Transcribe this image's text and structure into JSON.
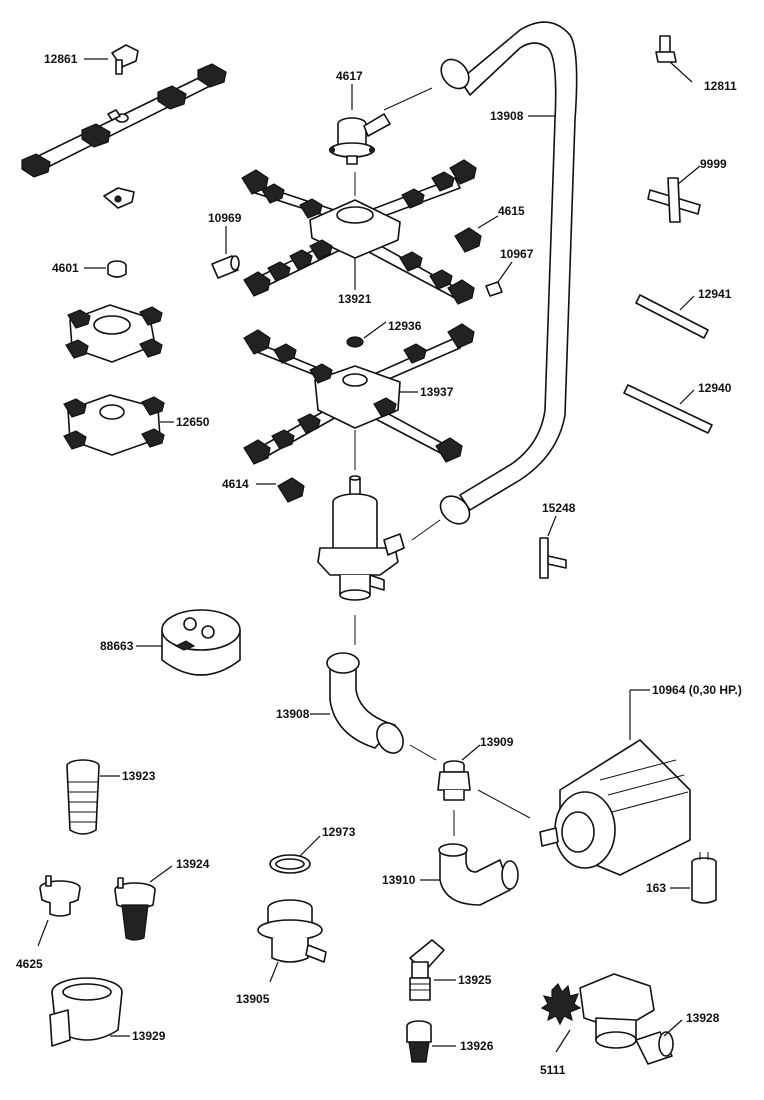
{
  "labels": {
    "p12861": "12861",
    "p4617": "4617",
    "p13908_top": "13908",
    "p12811": "12811",
    "p9999": "9999",
    "p10969": "10969",
    "p4615": "4615",
    "p10967": "10967",
    "p4601": "4601",
    "p13921": "13921",
    "p12936": "12936",
    "p12941": "12941",
    "p13937": "13937",
    "p12650": "12650",
    "p12940": "12940",
    "p4614": "4614",
    "p15248": "15248",
    "p88663": "88663",
    "p10964": "10964 (0,30 HP.)",
    "p13908_bottom": "13908",
    "p13909": "13909",
    "p13923": "13923",
    "p12973": "12973",
    "p13924": "13924",
    "p13910": "13910",
    "p163": "163",
    "p4625": "4625",
    "p13905": "13905",
    "p13925": "13925",
    "p13928": "13928",
    "p13929": "13929",
    "p13926": "13926",
    "p5111": "5111"
  }
}
